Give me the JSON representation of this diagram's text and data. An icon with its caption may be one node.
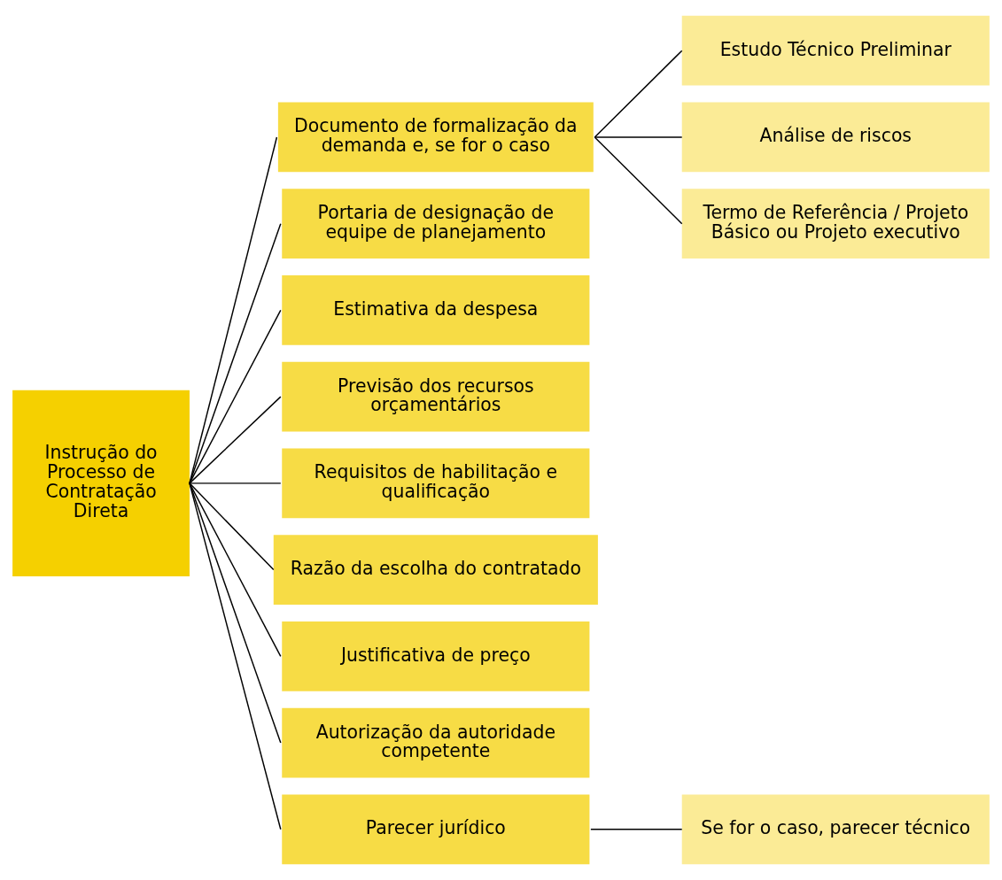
{
  "diagram": {
    "nodes": [
      {
        "text": [
          "Instrução do Processo de Contratação Direta"
        ]
      },
      {
        "text": [
          "Documento de formalização da demanda e, se for o caso"
        ]
      },
      {
        "text": [
          "Portaria de designação de equipe de planejamento"
        ]
      },
      {
        "text": [
          "Estimativa da despesa"
        ]
      },
      {
        "text": [
          "Previsão dos recursos orçamentários"
        ]
      },
      {
        "text": [
          "Requisitos de habilitação e qualificação"
        ]
      },
      {
        "text": [
          "Razão da escolha do contratado"
        ]
      },
      {
        "text": [
          "Justificativa de preço"
        ]
      },
      {
        "text": [
          "Autorização da autoridade competente"
        ]
      },
      {
        "text": [
          "Parecer jurídico"
        ]
      },
      {
        "text": [
          "Estudo Técnico Preliminar"
        ]
      },
      {
        "text": [
          "Análise de riscos"
        ]
      },
      {
        "text": [
          "Termo de Referência / Projeto Básico ou Projeto executivo"
        ]
      },
      {
        "text": [
          "Se for o caso, parecer técnico"
        ]
      }
    ],
    "edges": [
      {
        "from": 0,
        "to": 1,
        "arrow": "none"
      },
      {
        "from": 0,
        "to": 2,
        "arrow": "none"
      },
      {
        "from": 0,
        "to": 3,
        "arrow": "none"
      },
      {
        "from": 0,
        "to": 4,
        "arrow": "none"
      },
      {
        "from": 0,
        "to": 5,
        "arrow": "none"
      },
      {
        "from": 0,
        "to": 6,
        "arrow": "none"
      },
      {
        "from": 0,
        "to": 7,
        "arrow": "none"
      },
      {
        "from": 0,
        "to": 8,
        "arrow": "none"
      },
      {
        "from": 0,
        "to": 9,
        "arrow": "none"
      },
      {
        "from": 1,
        "to": 10,
        "arrow": "none"
      },
      {
        "from": 1,
        "to": 11,
        "arrow": "none"
      },
      {
        "from": 1,
        "to": 12,
        "arrow": "none"
      },
      {
        "from": 9,
        "to": 13,
        "arrow": "none"
      }
    ]
  }
}
